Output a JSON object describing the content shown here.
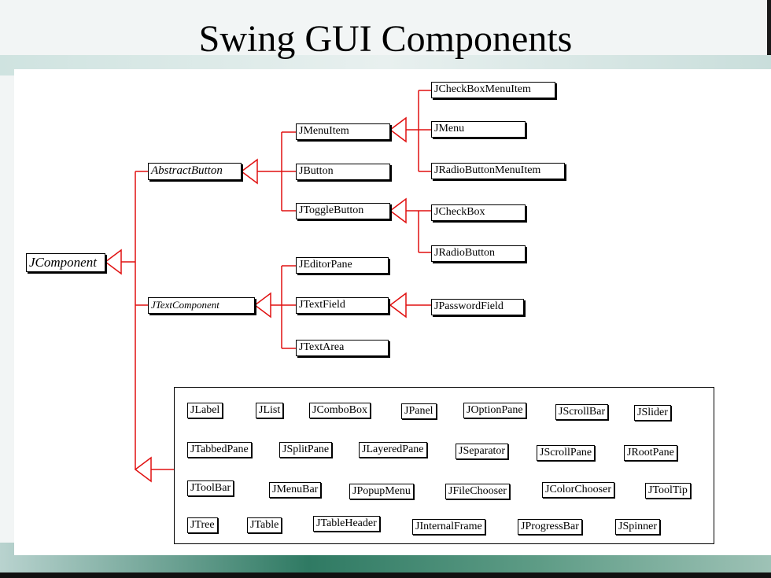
{
  "title": "Swing GUI Components",
  "colors": {
    "connector": "#e01010",
    "box_border": "#000000",
    "panel": "#ffffff"
  },
  "hierarchy": {
    "root": "JComponent",
    "abstract_button": "AbstractButton",
    "text_component": "JTextComponent",
    "menu_item": "JMenuItem",
    "button": "JButton",
    "toggle_button": "JToggleButton",
    "checkbox_menu_item": "JCheckBoxMenuItem",
    "menu": "JMenu",
    "radio_button_menu_item": "JRadioButtonMenuItem",
    "checkbox": "JCheckBox",
    "radio_button": "JRadioButton",
    "editor_pane": "JEditorPane",
    "text_field": "JTextField",
    "text_area": "JTextArea",
    "password_field": "JPasswordField"
  },
  "components": [
    "JLabel",
    "JList",
    "JComboBox",
    "JPanel",
    "JOptionPane",
    "JScrollBar",
    "JSlider",
    "JTabbedPane",
    "JSplitPane",
    "JLayeredPane",
    "JSeparator",
    "JScrollPane",
    "JRootPane",
    "JToolBar",
    "JMenuBar",
    "JPopupMenu",
    "JFileChooser",
    "JColorChooser",
    "JToolTip",
    "JTree",
    "JTable",
    "JTableHeader",
    "JInternalFrame",
    "JProgressBar",
    "JSpinner"
  ]
}
